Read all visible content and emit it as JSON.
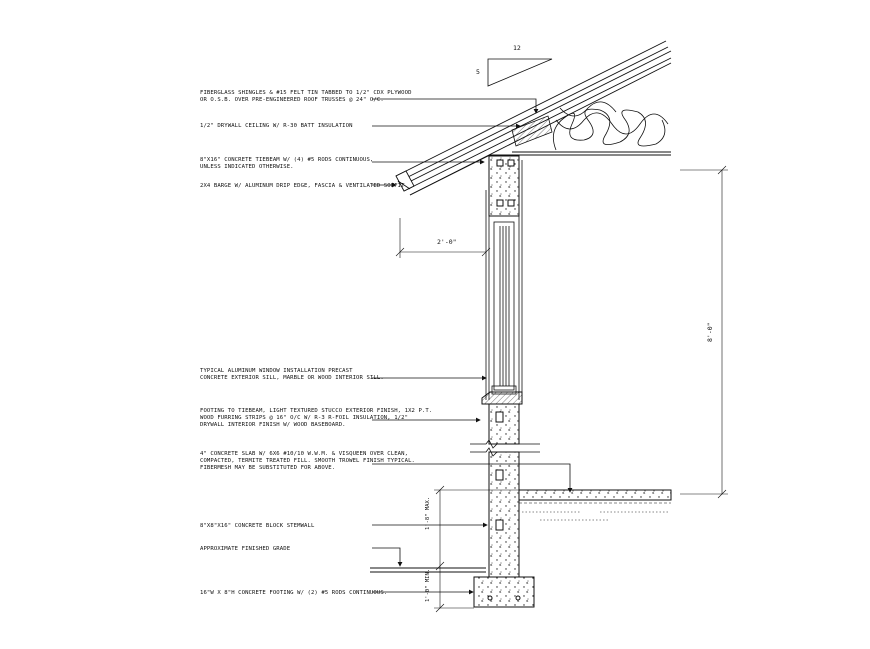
{
  "notes": {
    "shingles": "FIBERGLASS SHINGLES & #15 FELT TIN TABBED TO 1/2\" CDX PLYWOOD\nOR O.S.B. OVER PRE-ENGINEERED ROOF TRUSSES @ 24\" O/C.",
    "drywall_ceiling": "1/2\" DRYWALL CEILING W/ R-30 BATT INSULATION",
    "tiebeam": "8\"X16\" CONCRETE TIEBEAM W/ (4) #5 RODS CONTINUOUS,\nUNLESS INDICATED OTHERWISE.",
    "fascia": "2X4 BARGE W/ ALUMINUM DRIP EDGE, FASCIA & VENTILATED SOFFIT",
    "window": "TYPICAL ALUMINUM WINDOW INSTALLATION PRECAST\nCONCRETE EXTERIOR SILL, MARBLE OR WOOD INTERIOR SILL.",
    "footing_stucco": "FOOTING TO TIEBEAM, LIGHT TEXTURED STUCCO EXTERIOR FINISH, 1X2 P.T.\nWOOD FURRING STRIPS @ 16\" O/C W/ R-3 R-FOIL INSULATION, 1/2\"\nDRYWALL INTERIOR FINISH W/ WOOD BASEBOARD.",
    "slab": "4\" CONCRETE SLAB W/ 6X6 #10/10 W.W.M. & VISQUEEN OVER CLEAN,\nCOMPACTED, TERMITE TREATED FILL. SMOOTH TROWEL FINISH TYPICAL.\nFIBERMESH MAY BE SUBSTITUTED FOR ABOVE.",
    "stemwall": "8\"X8\"X16\" CONCRETE BLOCK STEMWALL",
    "grade": "APPROXIMATE FINISHED GRADE",
    "footing": "16\"W X 8\"H CONCRETE FOOTING W/ (2) #5 RODS CONTINUOUS."
  },
  "dimensions": {
    "pitch_run": "12",
    "pitch_rise": "5",
    "overhang": "2'-0\"",
    "wall_height": "8'-0\"",
    "stem_above": "1'-8\" MAX.",
    "stem_below": "1'-0\" MIN."
  }
}
